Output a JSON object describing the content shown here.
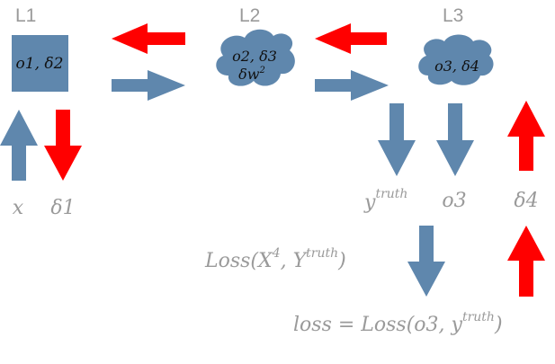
{
  "layers": [
    {
      "label": "L1",
      "node_line1": "o1, δ2",
      "node_line2": ""
    },
    {
      "label": "L2",
      "node_line1": "o2, δ3",
      "node_line2": "δw",
      "node_line2_sup": "2"
    },
    {
      "label": "L3",
      "node_line1": "o3, δ4",
      "node_line2": ""
    }
  ],
  "inputs": {
    "x": "x",
    "delta1": "δ1"
  },
  "outputs": {
    "y_base": "y",
    "y_sup": "truth",
    "o3": "o3",
    "delta4": "δ4"
  },
  "loss_mid": {
    "prefix": "Loss(X",
    "sup1": "4",
    "mid": ", Y",
    "sup2": "truth",
    "suffix": ")"
  },
  "loss_final": {
    "prefix": "loss = Loss(o3, y",
    "sup": "truth",
    "suffix": ")"
  },
  "colors": {
    "forward": "#5f87ad",
    "backward": "#ff0000",
    "label_gray": "#9a9a9a",
    "node_text": "#111111"
  }
}
